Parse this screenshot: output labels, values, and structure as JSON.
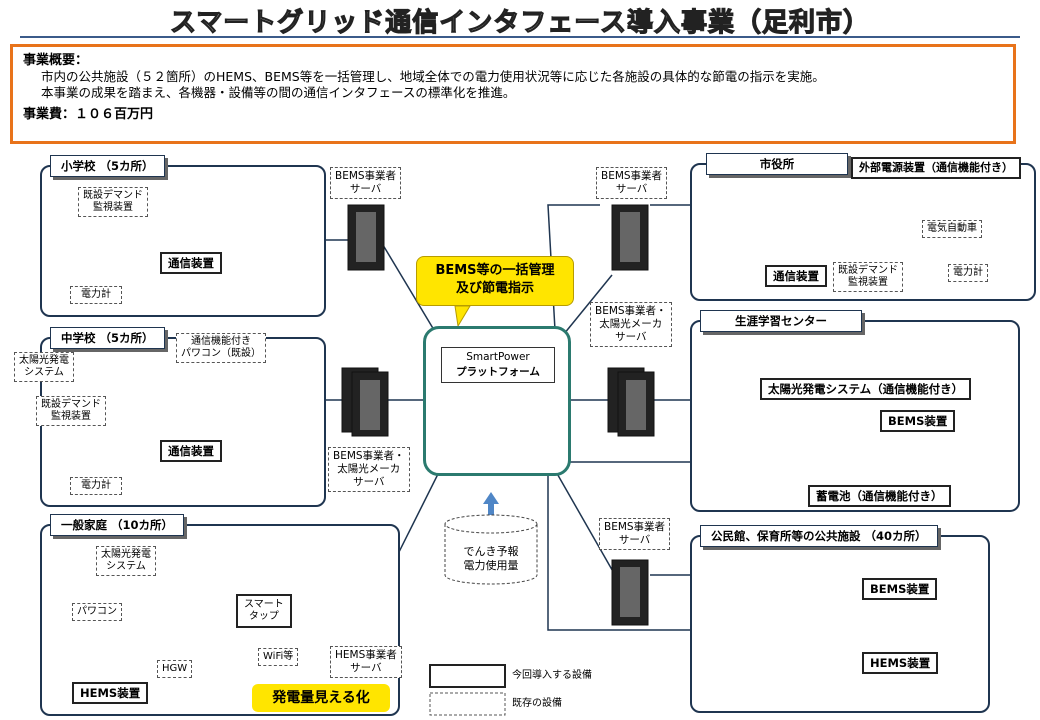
{
  "title": "スマートグリッド通信インタフェース導入事業（足利市）",
  "summary": {
    "label": "事業概要：",
    "line1": "市内の公共施設（５２箇所）のHEMS、BEMS等を一括管理し、地域全体での電力使用状況等に応じた各施設の具体的な節電の指示を実施。",
    "line2": "本事業の成果を踏まえ、各機器・設備等の間の通信インタフェースの標準化を推進。",
    "cost": "事業費：１０６百万円"
  },
  "callout": {
    "line1": "BEMS等の一括管理",
    "line2": "及び節電指示"
  },
  "platform": {
    "name": "SmartPower",
    "sub": "プラットフォーム"
  },
  "forecast": {
    "line1": "でんき予報",
    "line2": "電力使用量"
  },
  "servers": {
    "bems": [
      "BEMS事業者",
      "サーバ"
    ],
    "bems_solar": [
      "BEMS事業者・",
      "太陽光メーカ",
      "サーバ"
    ],
    "hems": [
      "HEMS事業者",
      "サーバ"
    ]
  },
  "elementary": {
    "title": "小学校 （5カ所）",
    "demand": [
      "既設デマンド",
      "監視装置"
    ],
    "comm": "通信装置",
    "meter": "電力計"
  },
  "junior": {
    "title": "中学校 （5カ所）",
    "solar": [
      "太陽光発電",
      "システム"
    ],
    "pc": [
      "通信機能付き",
      "パワコン（既設）"
    ],
    "demand": [
      "既設デマンド",
      "監視装置"
    ],
    "comm": "通信装置",
    "meter": "電力計"
  },
  "home": {
    "title": "一般家庭 （10カ所）",
    "solar": [
      "太陽光発電",
      "システム"
    ],
    "pc": "パワコン",
    "tap": [
      "スマート",
      "タップ"
    ],
    "hgw": "HGW",
    "wifi": "WiFi等",
    "hems": "HEMS装置",
    "highlight": "発電量見える化"
  },
  "cityhall": {
    "title": "市役所",
    "ext_power": "外部電源装置（通信機能付き）",
    "ev": "電気自動車",
    "comm": "通信装置",
    "demand": [
      "既設デマンド",
      "監視装置"
    ],
    "meter": "電力計"
  },
  "lifelong": {
    "title": "生涯学習センター",
    "solar": "太陽光発電システム（通信機能付き）",
    "bems": "BEMS装置",
    "battery": "蓄電池（通信機能付き）"
  },
  "public": {
    "title": "公民館、保育所等の公共施設 （40カ所）",
    "bems": "BEMS装置",
    "hems": "HEMS装置"
  },
  "legend": {
    "new": "今回導入する設備",
    "existing": "既存の設備"
  },
  "colors": {
    "orange": "#e8731a",
    "navy": "#1f3550",
    "teal": "#2b7a6f",
    "yellow": "#ffe500"
  }
}
